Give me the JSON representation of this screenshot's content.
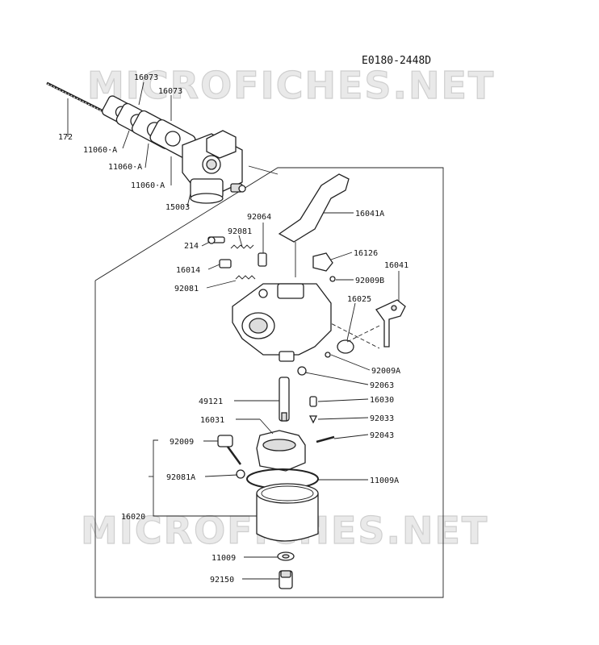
{
  "diagram_code": "E0180-2448D",
  "watermark": "MICROFICHES.NET",
  "labels": {
    "p16073a": "16073",
    "p16073b": "16073",
    "p172": "172",
    "p11060a1": "11060·A",
    "p11060a2": "11060·A",
    "p11060a3": "11060·A",
    "p15003": "15003",
    "p92064": "92064",
    "p16041a": "16041A",
    "p92081a": "92081",
    "p214": "214",
    "p16126": "16126",
    "p16014": "16014",
    "p16041": "16041",
    "p92009b": "92009B",
    "p92081b": "92081",
    "p16025": "16025",
    "p92009a": "92009A",
    "p92063": "92063",
    "p49121": "49121",
    "p16030": "16030",
    "p16031": "16031",
    "p92033": "92033",
    "p92009": "92009",
    "p92043": "92043",
    "p92081A": "92081A",
    "p11009a": "11009A",
    "p16020": "16020",
    "p11009": "11009",
    "p92150": "92150"
  }
}
